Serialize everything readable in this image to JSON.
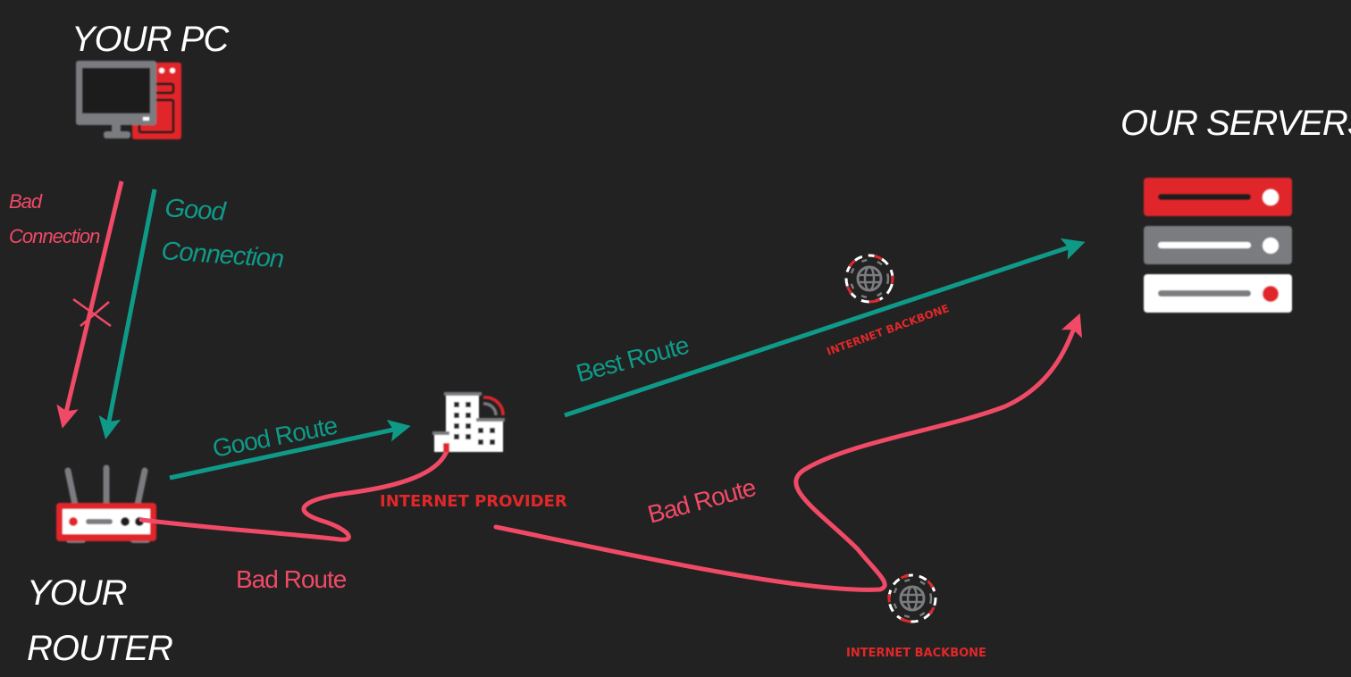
{
  "colors": {
    "background": "#222222",
    "good": "#0f9a88",
    "bad": "#f04a66",
    "accent_red": "#e0282a",
    "gray": "#7a7c80",
    "white": "#ffffff"
  },
  "nodes": {
    "pc": {
      "title": "YOUR PC",
      "icon": "desktop-computer-icon"
    },
    "router": {
      "title_line1": "YOUR",
      "title_line2": "ROUTER",
      "icon": "wifi-router-icon"
    },
    "provider": {
      "label": "INTERNET PROVIDER",
      "icon": "building-antenna-icon"
    },
    "backbone_top": {
      "label": "INTERNET BACKBONE",
      "icon": "globe-icon"
    },
    "backbone_bottom": {
      "label": "INTERNET BACKBONE",
      "icon": "globe-icon"
    },
    "servers": {
      "title": "OUR SERVERS",
      "icon": "server-rack-icon"
    }
  },
  "edges": {
    "bad_connection": {
      "line1": "Bad",
      "line2": "Connection",
      "status": "blocked"
    },
    "good_connection": {
      "line1": "Good",
      "line2": "Connection"
    },
    "good_route": {
      "label": "Good Route"
    },
    "bad_route_1": {
      "label": "Bad Route"
    },
    "best_route": {
      "label": "Best Route"
    },
    "bad_route_2": {
      "label": "Bad Route"
    }
  }
}
